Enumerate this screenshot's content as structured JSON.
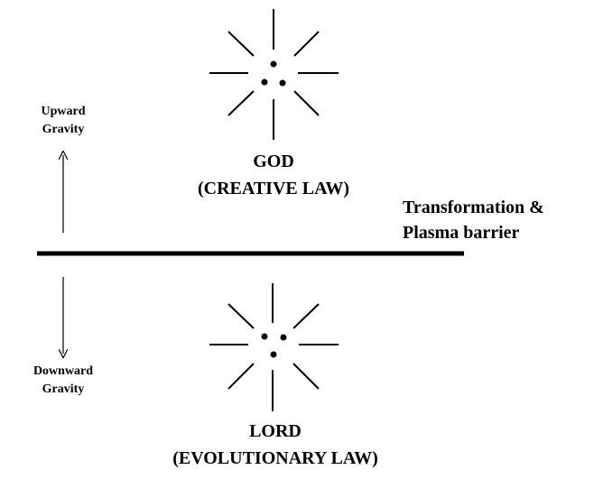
{
  "upward_gravity": {
    "line1": "Upward",
    "line2": "Gravity"
  },
  "downward_gravity": {
    "line1": "Downward",
    "line2": "Gravity"
  },
  "god": {
    "title": "GOD",
    "subtitle": "(CREATIVE LAW)"
  },
  "lord": {
    "title": "LORD",
    "subtitle": "(EVOLUTIONARY LAW)"
  },
  "barrier": {
    "line1": "Transformation &",
    "line2": "Plasma barrier"
  },
  "colors": {
    "ink": "#000000",
    "background": "#ffffff"
  },
  "icons": [
    "burst-icon",
    "three-dots-icon",
    "arrow-up-icon",
    "arrow-down-icon"
  ]
}
